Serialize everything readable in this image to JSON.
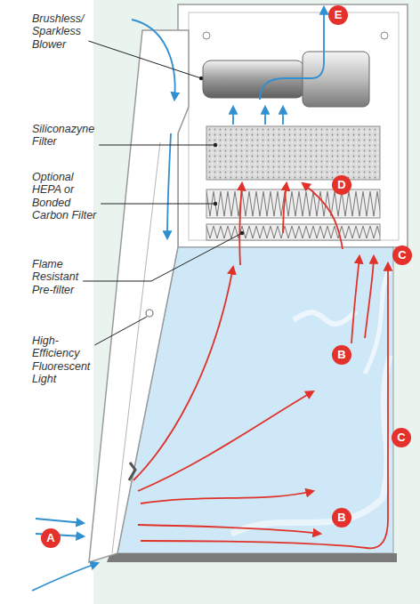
{
  "diagram": {
    "labels": [
      "Brushless/ Sparkless Blower",
      "Siliconazyne Filter",
      "Optional HEPA or Bonded Carbon Filter",
      "Flame Resistant Pre-filter",
      "High-Efficiency Fluorescent Light",
      "E",
      "D",
      "C",
      "B",
      "C",
      "B",
      "A"
    ]
  }
}
